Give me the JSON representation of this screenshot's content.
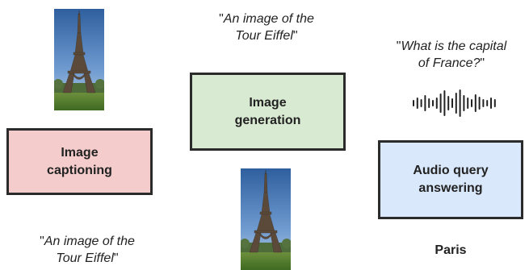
{
  "colors": {
    "captioning_fill": "#f4cccc",
    "generation_fill": "#d9ead3",
    "audio_fill": "#dae8fc",
    "border": "#2b2b2b"
  },
  "captioning": {
    "photo_icon": "eiffel-tower-photo",
    "box_line1": "Image",
    "box_line2": "captioning",
    "output_line1": "An image of the",
    "output_line2": "Tour Eiffel"
  },
  "generation": {
    "prompt_line1": "An image of the",
    "prompt_line2": "Tour Eiffel",
    "box_line1": "Image",
    "box_line2": "generation",
    "photo_icon": "eiffel-tower-photo"
  },
  "audio": {
    "prompt_line1": "What is the capital",
    "prompt_line2": "of France?",
    "waveform_icon": "audio-waveform-icon",
    "box_line1": "Audio query",
    "box_line2": "answering",
    "answer": "Paris"
  }
}
